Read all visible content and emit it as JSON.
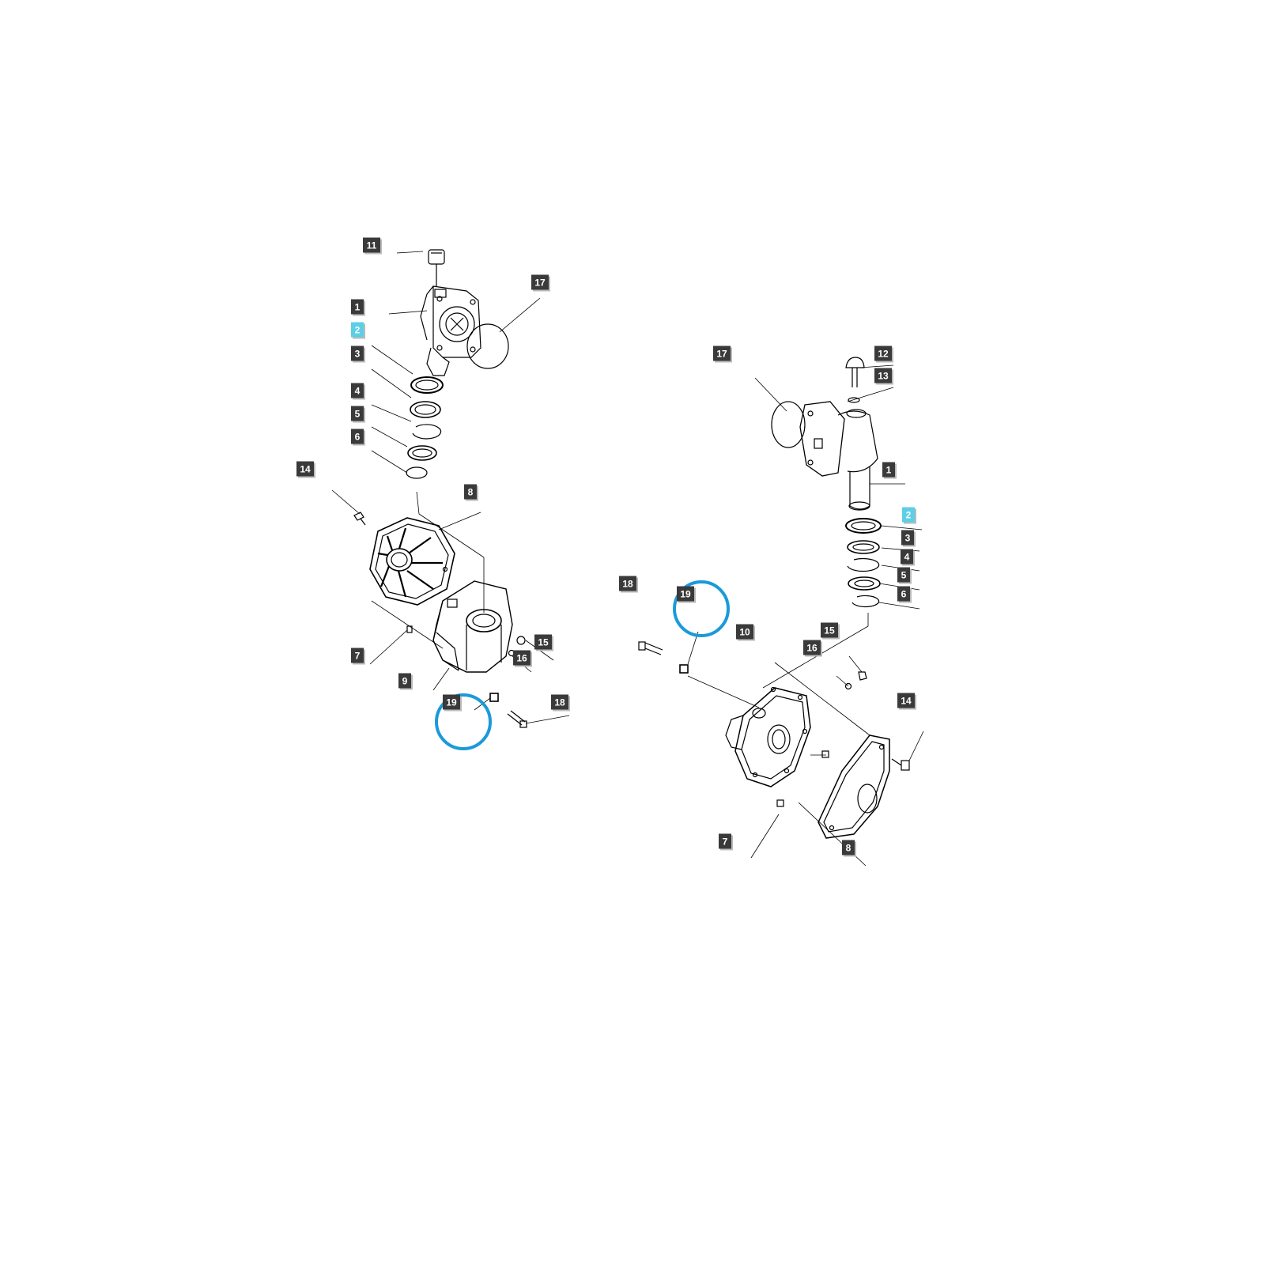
{
  "diagram": {
    "left_assembly": {
      "callouts": [
        {
          "id": "l11",
          "text": "11",
          "highlighted": false
        },
        {
          "id": "l17",
          "text": "17",
          "highlighted": false
        },
        {
          "id": "l1",
          "text": "1",
          "highlighted": false
        },
        {
          "id": "l2",
          "text": "2",
          "highlighted": true
        },
        {
          "id": "l3",
          "text": "3",
          "highlighted": false
        },
        {
          "id": "l4",
          "text": "4",
          "highlighted": false
        },
        {
          "id": "l5",
          "text": "5",
          "highlighted": false
        },
        {
          "id": "l6",
          "text": "6",
          "highlighted": false
        },
        {
          "id": "l14",
          "text": "14",
          "highlighted": false
        },
        {
          "id": "l8",
          "text": "8",
          "highlighted": false
        },
        {
          "id": "l7",
          "text": "7",
          "highlighted": false
        },
        {
          "id": "l9",
          "text": "9",
          "highlighted": false
        },
        {
          "id": "l16",
          "text": "16",
          "highlighted": false
        },
        {
          "id": "l15",
          "text": "15",
          "highlighted": false
        },
        {
          "id": "l19",
          "text": "19",
          "highlighted": false,
          "circled": true
        },
        {
          "id": "l18",
          "text": "18",
          "highlighted": false
        }
      ]
    },
    "right_assembly": {
      "callouts": [
        {
          "id": "r17",
          "text": "17",
          "highlighted": false
        },
        {
          "id": "r12",
          "text": "12",
          "highlighted": false
        },
        {
          "id": "r13",
          "text": "13",
          "highlighted": false
        },
        {
          "id": "r1",
          "text": "1",
          "highlighted": false
        },
        {
          "id": "r2",
          "text": "2",
          "highlighted": true
        },
        {
          "id": "r3",
          "text": "3",
          "highlighted": false
        },
        {
          "id": "r4",
          "text": "4",
          "highlighted": false
        },
        {
          "id": "r5",
          "text": "5",
          "highlighted": false
        },
        {
          "id": "r6",
          "text": "6",
          "highlighted": false
        },
        {
          "id": "r18",
          "text": "18",
          "highlighted": false
        },
        {
          "id": "r19",
          "text": "19",
          "highlighted": false,
          "circled": true
        },
        {
          "id": "r10",
          "text": "10",
          "highlighted": false
        },
        {
          "id": "r15",
          "text": "15",
          "highlighted": false
        },
        {
          "id": "r16",
          "text": "16",
          "highlighted": false
        },
        {
          "id": "r14",
          "text": "14",
          "highlighted": false
        },
        {
          "id": "r7",
          "text": "7",
          "highlighted": false
        },
        {
          "id": "r8",
          "text": "8",
          "highlighted": false
        }
      ]
    },
    "colors": {
      "label_bg": "#3a3a3a",
      "label_text": "#ffffff",
      "highlight_bg": "#5ccfe6",
      "highlight_text": "#ffffff",
      "circle": "#1a9ad9",
      "line": "#000000"
    }
  }
}
